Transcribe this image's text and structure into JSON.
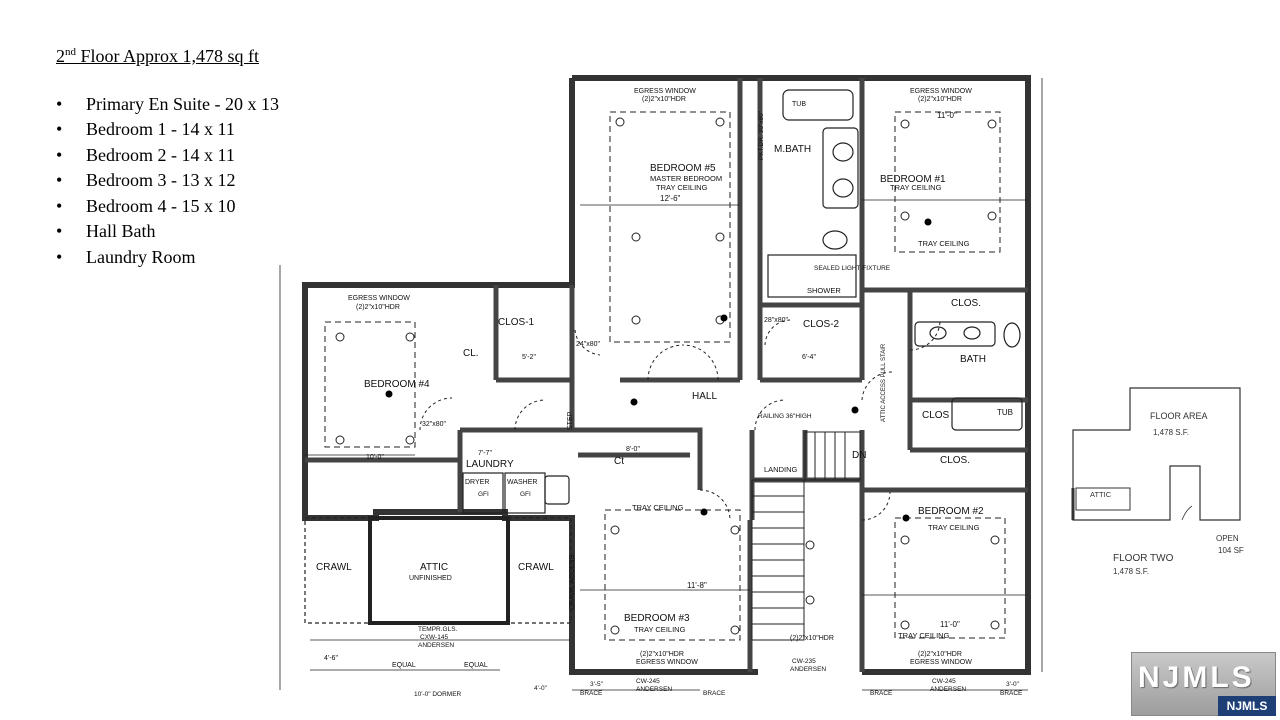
{
  "summary": {
    "title_prefix": "2",
    "title_sup": "nd",
    "title_rest": " Floor Approx  1,478 sq ft",
    "items": [
      "Primary En Suite -  20 x 13",
      "Bedroom 1  - 14 x 11",
      "Bedroom 2  - 14 x 11",
      "Bedroom 3  - 13 x 12",
      "Bedroom 4  - 15 x 10",
      "Hall Bath",
      "Laundry  Room"
    ]
  },
  "plan": {
    "rooms": {
      "bedroom5": "BEDROOM #5",
      "bedroom5_sub1": "MASTER BEDROOM",
      "bedroom5_sub2": "TRAY CEILING",
      "bedroom5_dim": "12'-6\"",
      "mbath": "M.BATH",
      "bedroom1": "BEDROOM #1",
      "bedroom1_sub": "TRAY CEILING",
      "bedroom1_sub2": "TRAY CEILING",
      "bedroom1_dim": "11'-0\"",
      "bedroom4": "BEDROOM #4",
      "bedroom2": "BEDROOM #2",
      "bedroom2_sub": "TRAY CEILING",
      "bedroom2_sub2": "TRAY CEILING",
      "bedroom2_dim": "11'-0\"",
      "bedroom3": "BEDROOM #3",
      "bedroom3_sub": "TRAY CEILING",
      "bedroom3_sub2": "TRAY CEILING",
      "bedroom3_dim": "11'-8\"",
      "hall": "HALL",
      "laundry": "LAUNDRY",
      "dryer": "DRYER",
      "washer": "WASHER",
      "gfi1": "GFI",
      "gfi2": "GFI",
      "bath": "BATH",
      "tub": "TUB",
      "tub2": "TUB",
      "clos1": "CLOS-1",
      "clos2": "CLOS-2",
      "clos_a": "CLOS.",
      "clos_b": "CLOS.",
      "clos_c": "CLOS",
      "cl": "CL.",
      "ct": "Ct",
      "landing": "LANDING",
      "dn": "DN",
      "step": "STEP",
      "shower": "SHOWER",
      "sealed_light": "SEALED LIGHT FIXTURE",
      "crawl_left": "CRAWL",
      "crawl_right": "CRAWL",
      "attic": "ATTIC",
      "attic_sub": "UNFINISHED",
      "attic_access": "ATTIC ACCESS PULL STAIR",
      "railing": "RAILING 36\"HIGH",
      "crawl_access": "CRAWL ACCESS",
      "egress_top_left": "EGRESS WINDOW",
      "egress_top_left_hdr": "(2)2\"x10\"HDR",
      "egress_top_right": "EGRESS WINDOW",
      "egress_top_right_hdr": "(2)2\"x10\"HDR",
      "egress_left": "EGRESS WINDOW",
      "egress_left_hdr": "(2)2\"x10\"HDR",
      "egress_bottom_left": "EGRESS WINDOW",
      "egress_bottom_left_hdr": "(2)2\"x10\"HDR",
      "egress_bottom_right": "EGRESS WINDOW",
      "egress_bottom_right_hdr": "(2)2\"x10\"HDR",
      "hdr_bottom": "(2)2\"x10\"HDR",
      "tub_top": "TUB",
      "pkt_dr": "PKT.DR. 30\"x80\"",
      "door_24x80": "24\"x80\"",
      "door_28x80": "28\"x80\"",
      "door_32x80": "32\"x80\"",
      "dim_7_7": "7'-7\"",
      "dim_8_0": "8'-0\"",
      "dim_10_0": "10'-0\"",
      "dim_6_4": "6'-4\"",
      "dim_5_2": "5'-2\"",
      "tempr": "TEMPR.GLS.",
      "cxw145": "CXW-145",
      "andersen_left": "ANDERSEN",
      "cw245_left": "CW-245",
      "andersen_mid": "ANDERSEN",
      "cw235": "CW-235",
      "andersen_right": "ANDERSEN",
      "cw245_right": "CW-245",
      "andersen_right2": "ANDERSEN",
      "equal1": "EQUAL",
      "equal2": "EQUAL",
      "dim_4_6": "4'-6\"",
      "dormer": "10'-0\" DORMER",
      "brace1": "BRACE",
      "brace2": "BRACE",
      "brace3": "BRACE",
      "brace4": "BRACE",
      "dim_4_0": "4'-0\"",
      "dim_3_5": "3'-5\"",
      "dim_3_0": "3'-0\""
    }
  },
  "key_plan": {
    "floor_area_label": "FLOOR AREA",
    "floor_area_value": "1,478 S.F.",
    "attic": "ATTIC",
    "open_label": "OPEN",
    "open_value": "104 SF",
    "floor_two": "FLOOR TWO",
    "floor_two_value": "1,478 S.F."
  },
  "logo": {
    "text": "NJMLS",
    "badge": "NJMLS"
  }
}
